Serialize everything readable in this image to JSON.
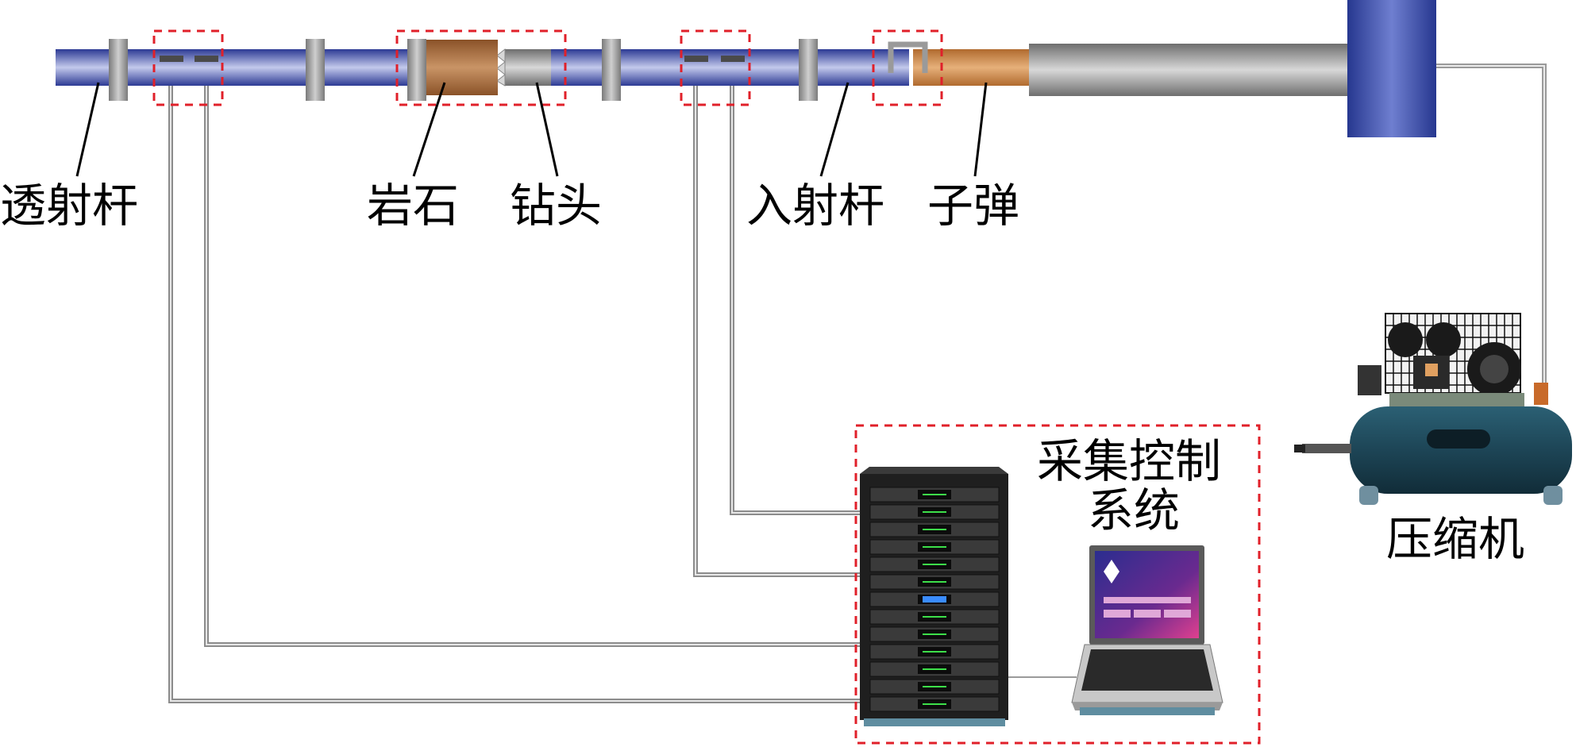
{
  "labels": {
    "transmission_bar": "透射杆",
    "rock": "岩石",
    "drill_bit": "钻头",
    "incident_bar": "入射杆",
    "bullet": "子弹",
    "acquisition_line1": "采集控制",
    "acquisition_line2": "系统",
    "compressor": "压缩机"
  },
  "colors": {
    "bar_blue": "#3a4aa8",
    "bar_highlight": "#b8c0e8",
    "flange_gray": "#8e8e8e",
    "rock_brown": "#a46a3a",
    "dash_red": "#e0202a",
    "tank_teal": "#1f4a5e",
    "cable_gray": "#9a9a9a"
  },
  "icons": [
    "server-rack-icon",
    "laptop-icon",
    "air-compressor-icon",
    "strain-gauge-icon"
  ]
}
